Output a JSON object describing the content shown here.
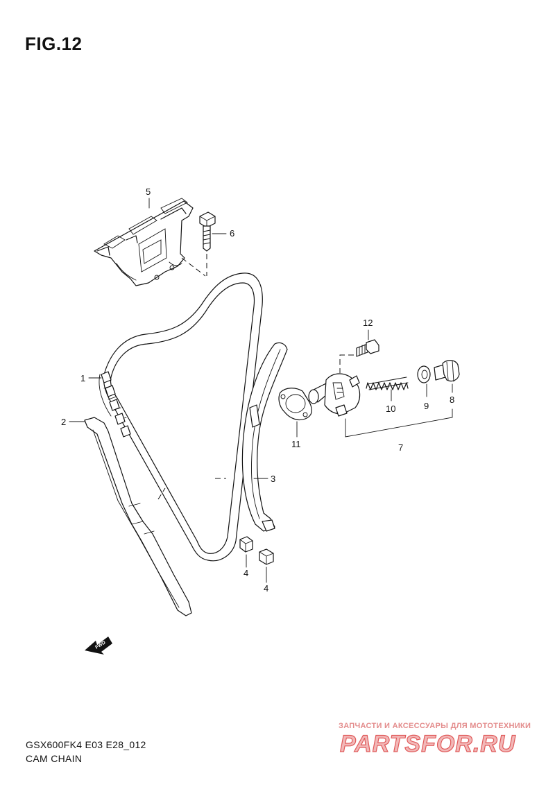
{
  "figure": {
    "title": "FIG.12"
  },
  "callouts": {
    "c1": "1",
    "c2": "2",
    "c3": "3",
    "c4a": "4",
    "c4b": "4",
    "c5": "5",
    "c6": "6",
    "c7": "7",
    "c8": "8",
    "c9": "9",
    "c10": "10",
    "c11": "11",
    "c12": "12"
  },
  "fwd_label": "FWD",
  "footer": {
    "model_code": "GSX600FK4 E03 E28_012",
    "caption": "CAM CHAIN"
  },
  "watermark": {
    "tagline": "ЗАПЧАСТИ И АКСЕССУАРЫ ДЛЯ МОТОТЕХНИКИ",
    "logo_text": "PARTSFOR.RU",
    "color": "#e05a5a"
  }
}
